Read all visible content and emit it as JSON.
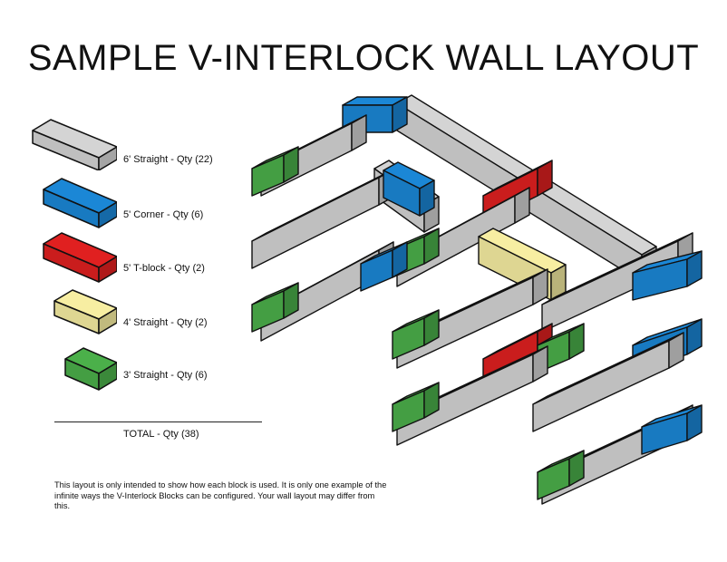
{
  "title": "SAMPLE V-INTERLOCK WALL LAYOUT",
  "colors": {
    "straight6": "#d4d4d4",
    "corner5": "#1b87d6",
    "tblock5": "#e02020",
    "straight4": "#f7eea2",
    "straight3": "#4bb04a",
    "outline": "#111111"
  },
  "legend": [
    {
      "label": "6' Straight - Qty (22)",
      "color_key": "straight6",
      "icon": "straight-6-block-icon"
    },
    {
      "label": "5' Corner - Qty (6)",
      "color_key": "corner5",
      "icon": "corner-5-block-icon"
    },
    {
      "label": "5' T-block - Qty (2)",
      "color_key": "tblock5",
      "icon": "t-block-5-icon"
    },
    {
      "label": "4' Straight - Qty (2)",
      "color_key": "straight4",
      "icon": "straight-4-block-icon"
    },
    {
      "label": "3' Straight - Qty (6)",
      "color_key": "straight3",
      "icon": "straight-3-block-icon"
    }
  ],
  "total": "TOTAL - Qty (38)",
  "footnote": "This layout is only intended to show how each block is used.  It is only one example of the infinite ways the V-Interlock Blocks can be configured.  Your wall layout may differ from this."
}
